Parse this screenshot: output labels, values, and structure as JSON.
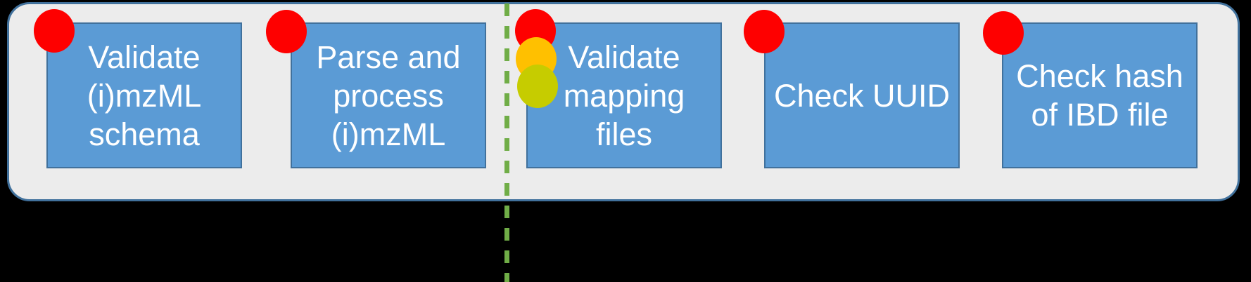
{
  "colors": {
    "canvas_bg": "#000000",
    "panel_fill": "#ececec",
    "panel_border": "#41719c",
    "box_fill": "#5b9bd5",
    "box_border": "#41719c",
    "text_white": "#ffffff",
    "status_red": "#fe0000",
    "status_amber": "#ffc000",
    "status_olive": "#c6cc00",
    "divider_green": "#70ad47"
  },
  "diagram": {
    "steps": [
      {
        "label": "Validate\n(i)mzML\nschema",
        "statuses": [
          "red"
        ]
      },
      {
        "label": "Parse and\nprocess\n(i)mzML",
        "statuses": [
          "red"
        ]
      },
      {
        "label": "Validate\nmapping\nfiles",
        "statuses": [
          "red",
          "amber",
          "olive"
        ]
      },
      {
        "label": "Check UUID",
        "statuses": [
          "red"
        ]
      },
      {
        "label": "Check hash\nof IBD file",
        "statuses": [
          "red"
        ]
      }
    ],
    "divider": {
      "style": "dashed",
      "orientation": "vertical",
      "position": "between-step-2-and-3"
    }
  }
}
